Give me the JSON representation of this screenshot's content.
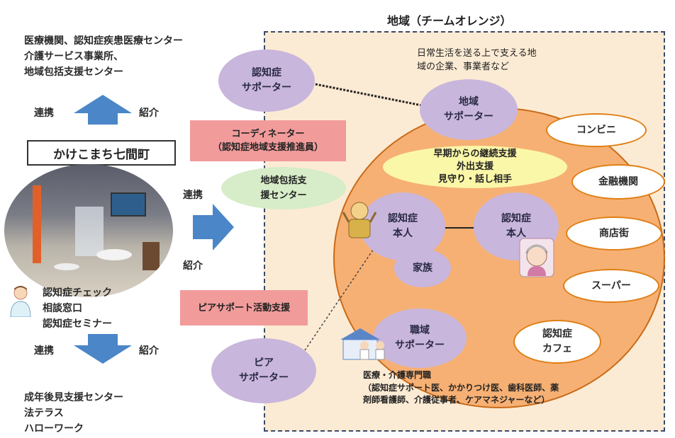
{
  "region_title": "地域（チームオレンジ）",
  "left": {
    "top_list": [
      "医療機関、認知症疾患医療センター",
      "介護サービス事業所、",
      "地域包括支援センター"
    ],
    "top_link_left": "連携",
    "top_link_right": "紹介",
    "title": "かけこまち七間町",
    "services": [
      "認知症チェック",
      "相談窓口",
      "認知症セミナー"
    ],
    "bottom_link_left": "連携",
    "bottom_link_right": "紹介",
    "bottom_list": [
      "成年後見支援センター",
      "法テラス",
      "ハローワーク"
    ],
    "mid_link_top": "連携",
    "mid_link_bottom": "紹介"
  },
  "center": {
    "supporter": "認知症\nサポーター",
    "coordinator": "コーディネーター\n（認知症地域支援推進員）",
    "hub": "地域包括支\n援センター",
    "peer_support": "ピアサポート活動支援",
    "peer_supporter": "ピア\nサポーター"
  },
  "region": {
    "note": "日常生活を送る上で支える地\n域の企業、事業者など",
    "community_supporter": "地域\nサポーター",
    "support_items": "早期からの継続支援\n外出支援\n見守り・話し相手",
    "person1": "認知症\n本人",
    "person2": "認知症\n本人",
    "family": "家族",
    "work_supporter": "職域\nサポーター",
    "medical_title": "医療・介護専門職",
    "medical_detail": "（認知症サポート医、かかりつけ医、歯科医師、薬\n剤師看護師、介護従事者、ケアマネジャーなど）",
    "businesses": [
      "コンビニ",
      "金融機関",
      "商店街",
      "スーパー",
      "認知症\nカフェ"
    ]
  },
  "colors": {
    "orange_fill": "#f6b074",
    "purple": "#c9b6dc",
    "pink": "#f29b9b",
    "arrow_blue": "#4a86c8",
    "green": "#d7ecc8",
    "yellow": "#fbf7a8"
  }
}
